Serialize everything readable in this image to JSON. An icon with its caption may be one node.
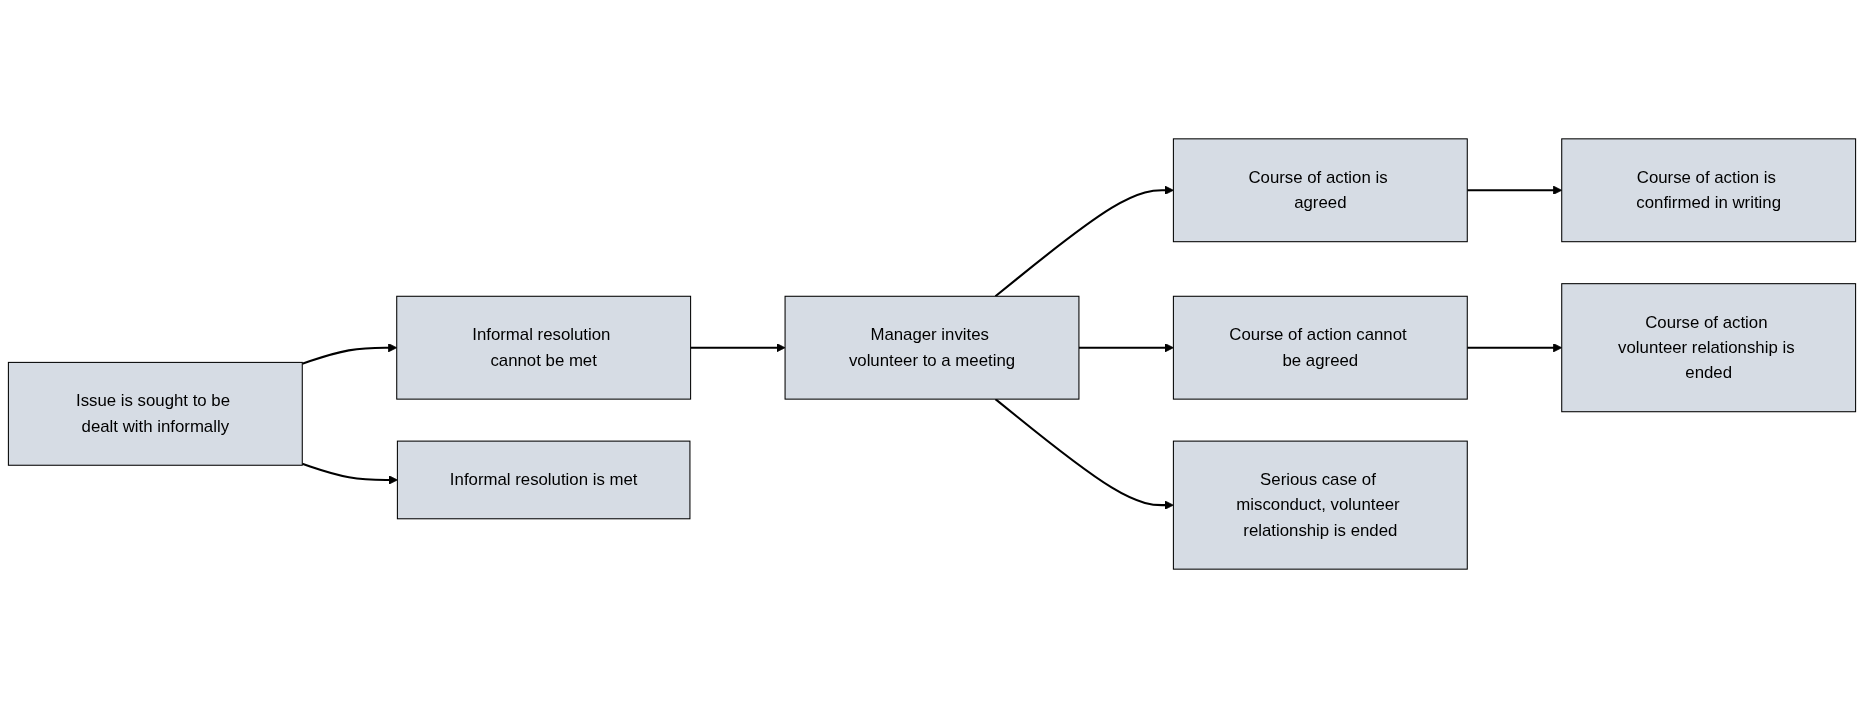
{
  "diagram": {
    "nodes": [
      {
        "text": [
          "Issue is sought to be dealt with informally"
        ]
      },
      {
        "text": [
          "Informal resolution cannot be met"
        ]
      },
      {
        "text": [
          "Informal resolution is met"
        ]
      },
      {
        "text": [
          "Manager invites volunteer to a meeting"
        ]
      },
      {
        "text": [
          "Course of action is agreed"
        ]
      },
      {
        "text": [
          "Course of action cannot be agreed"
        ]
      },
      {
        "text": [
          "Serious case of misconduct, volunteer relationship is ended"
        ]
      },
      {
        "text": [
          "Course of action is confirmed in writing"
        ]
      },
      {
        "text": [
          "Course of action volunteer relationship is ended"
        ]
      }
    ],
    "edges": [
      {
        "from": 0,
        "to": 1,
        "arrow": "to"
      },
      {
        "from": 0,
        "to": 2,
        "arrow": "to"
      },
      {
        "from": 1,
        "to": 3,
        "arrow": "to"
      },
      {
        "from": 3,
        "to": 4,
        "arrow": "to"
      },
      {
        "from": 3,
        "to": 5,
        "arrow": "to"
      },
      {
        "from": 3,
        "to": 6,
        "arrow": "to"
      },
      {
        "from": 4,
        "to": 7,
        "arrow": "to"
      },
      {
        "from": 5,
        "to": 8,
        "arrow": "to"
      }
    ]
  }
}
